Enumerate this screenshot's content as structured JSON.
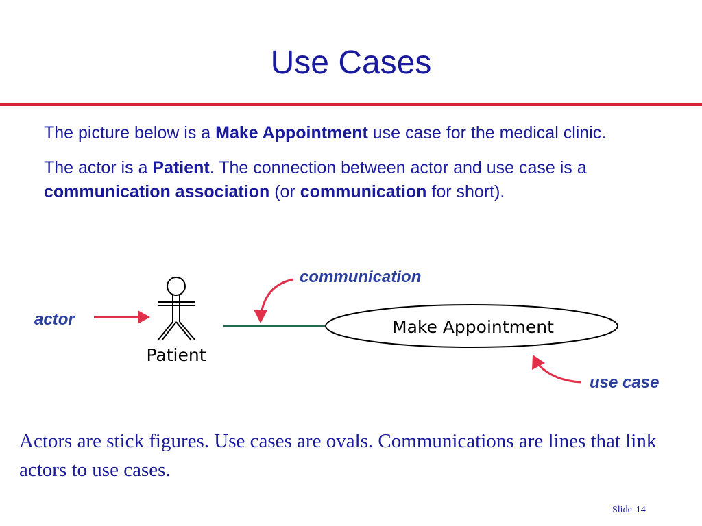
{
  "slide": {
    "title": "Use Cases",
    "paragraph1": {
      "t1": "The picture below is a ",
      "b1": "Make Appointment",
      "t2": " use case for the medical clinic."
    },
    "paragraph2": {
      "t1": "The actor is a ",
      "b1": "Patient",
      "t2": ". The connection between actor and use case is a ",
      "b2": "communication association",
      "t3": " (or ",
      "b3": "communication",
      "t4": " for short)."
    },
    "caption": "Actors are stick figures. Use cases are ovals. Communications are lines that link actors to use cases.",
    "footer": {
      "label": "Slide",
      "number": "14"
    }
  },
  "diagram": {
    "actor_callout": "actor",
    "actor_name": "Patient",
    "communication_callout": "communication",
    "use_case_name": "Make Appointment",
    "use_case_callout": "use case"
  },
  "colors": {
    "text": "#1a1a9c",
    "rule": "#d9243a",
    "arrow": "#e0304a",
    "callout": "#2a3f9e",
    "association_line": "#1d6b4a"
  }
}
